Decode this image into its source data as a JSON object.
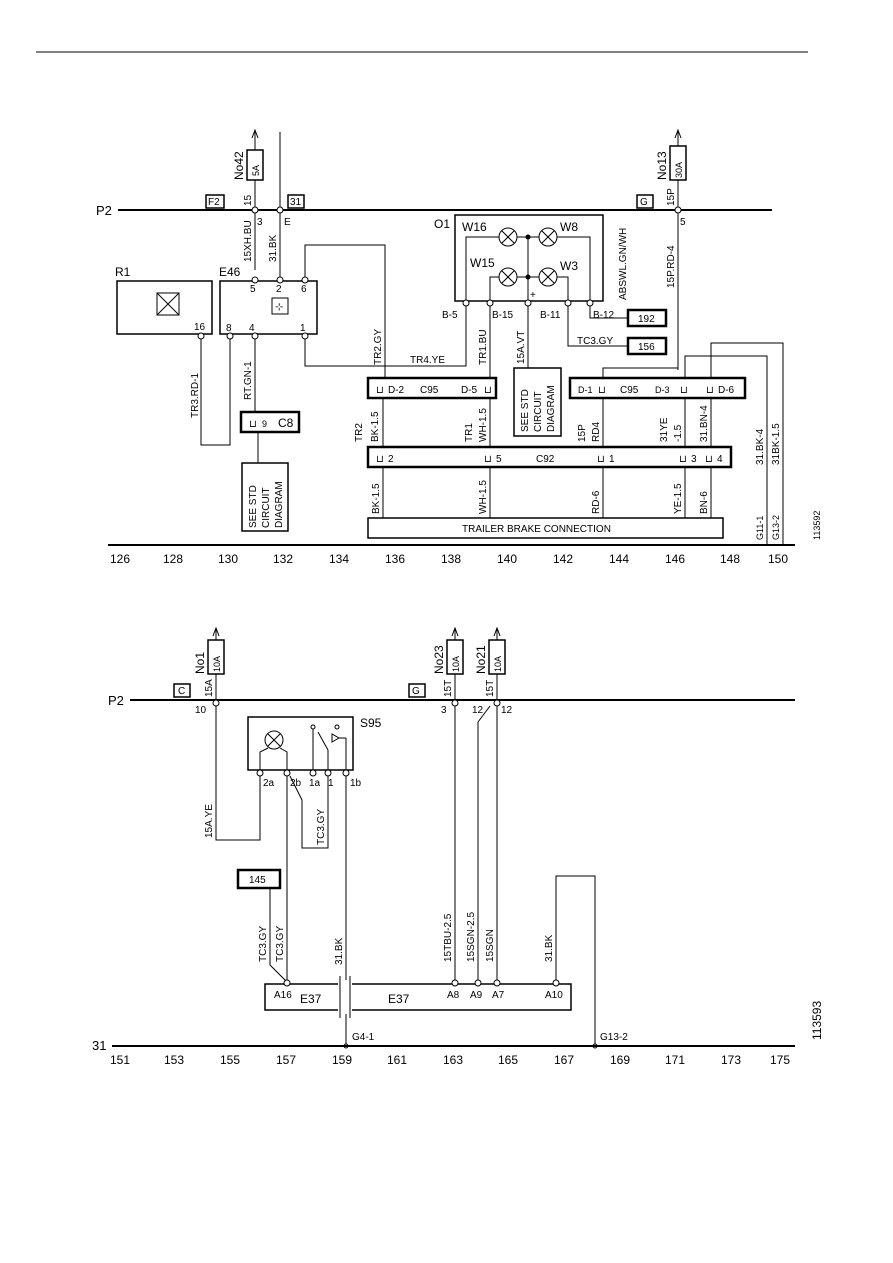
{
  "page": {
    "header_rule": true
  },
  "diagram1": {
    "ref": "113592",
    "bus_label": "P2",
    "ground_ref_G11": "G11-1",
    "ground_ref_G13": "G13-2",
    "scale": [
      "126",
      "128",
      "130",
      "132",
      "134",
      "136",
      "138",
      "140",
      "142",
      "144",
      "146",
      "148",
      "150"
    ],
    "fuse_no42": {
      "name": "No42",
      "rating": "5A",
      "pin_top": "15",
      "pin_bottom": "3"
    },
    "fuse_no13": {
      "name": "No13",
      "rating": "30A",
      "pin_top": "15P",
      "pin_bottom": "5"
    },
    "tag_f2": "F2",
    "tag_31": "31",
    "tag_g": "G",
    "pin_e": "E",
    "wire_15xhbu": "15XH.BU",
    "wire_31bk": "31.BK",
    "wire_15prd4": "15P.RD-4",
    "wire_abswl": "ABSWL.GN/WH",
    "r1": {
      "name": "R1",
      "pin": "16"
    },
    "e46": {
      "name": "E46",
      "pin5": "5",
      "pin2": "2",
      "pin6": "6",
      "pin8": "8",
      "pin4": "4",
      "pin1": "1"
    },
    "o1": {
      "name": "O1",
      "w16": "W16",
      "w8": "W8",
      "w15": "W15",
      "w3": "W3",
      "plus": "+"
    },
    "pins": {
      "b5": "B-5",
      "b15": "B-15",
      "b11": "B-11",
      "b12": "B-12"
    },
    "ref192": "192",
    "ref156": "156",
    "wire_tc3gy": "TC3.GY",
    "wire_tr2gy": "TR2.GY",
    "wire_tr4ye": "TR4.YE",
    "wire_tr1bu": "TR1.BU",
    "wire_15avt": "15A.VT",
    "wire_tr3rd1": "TR3.RD-1",
    "wire_rtgn1": "RT.GN-1",
    "see_std": [
      "SEE STD",
      "CIRCUIT",
      "DIAGRAM"
    ],
    "c8": {
      "name": "C8",
      "pin": "9"
    },
    "c95_left": {
      "name": "C95",
      "pin_a": "D-2",
      "pin_b": "D-5"
    },
    "c95_right": {
      "name": "C95",
      "pin_a": "D-1",
      "pin_b": "D-3",
      "pin_c": "D-6"
    },
    "c92": {
      "name": "C92",
      "pins": [
        "2",
        "5",
        "1",
        "3",
        "4"
      ]
    },
    "upper_wires": {
      "tr2": [
        "TR2",
        "BK-1.5"
      ],
      "tr1": [
        "TR1",
        "WH-1.5"
      ],
      "p15": [
        "15P",
        "RD4"
      ],
      "ye31": [
        "31YE",
        "-1.5"
      ],
      "bn31": "31.BN-4",
      "bk4": "31.BK-4",
      "bk15": "31BK-1.5"
    },
    "lower_wires": [
      "BK-1.5",
      "WH-1.5",
      "RD-6",
      "YE-1.5",
      "BN-6"
    ],
    "trailer": "TRAILER BRAKE CONNECTION"
  },
  "diagram2": {
    "ref": "113593",
    "bus_label": "P2",
    "ground_label": "31",
    "scale": [
      "151",
      "153",
      "155",
      "157",
      "159",
      "161",
      "163",
      "165",
      "167",
      "169",
      "171",
      "173",
      "175"
    ],
    "tag_c": "C",
    "tag_g": "G",
    "fuse_no1": {
      "name": "No1",
      "rating": "10A",
      "pin_top": "15A",
      "pin_bottom": "10"
    },
    "fuse_no23": {
      "name": "No23",
      "rating": "10A",
      "pin_top": "15T",
      "pin_bottom": "3"
    },
    "fuse_no21": {
      "name": "No21",
      "rating": "10A",
      "pin_top": "15T",
      "pin_bottom": "12"
    },
    "pin12b": "12",
    "s95": {
      "name": "S95",
      "pins": [
        "2a",
        "2b",
        "1a",
        "1",
        "1b"
      ]
    },
    "wire_15aye": "15A.YE",
    "wire_tc3gy": "TC3.GY",
    "ref145": "145",
    "wire_tc3gy_a": "TC3.GY",
    "wire_tc3gy_b": "TC3.GY",
    "wire_31bk": "31.BK",
    "wire_15tbu": "15TBU-2.5",
    "wire_15sgn25": "15SGN-2.5",
    "wire_15sgn": "15SGN",
    "wire_31bk_b": "31.BK",
    "e37": {
      "name": "E37",
      "pins": [
        "A16",
        "A8",
        "A9",
        "A7",
        "A10"
      ]
    },
    "ground_g41": "G4-1",
    "ground_g132": "G13-2"
  }
}
